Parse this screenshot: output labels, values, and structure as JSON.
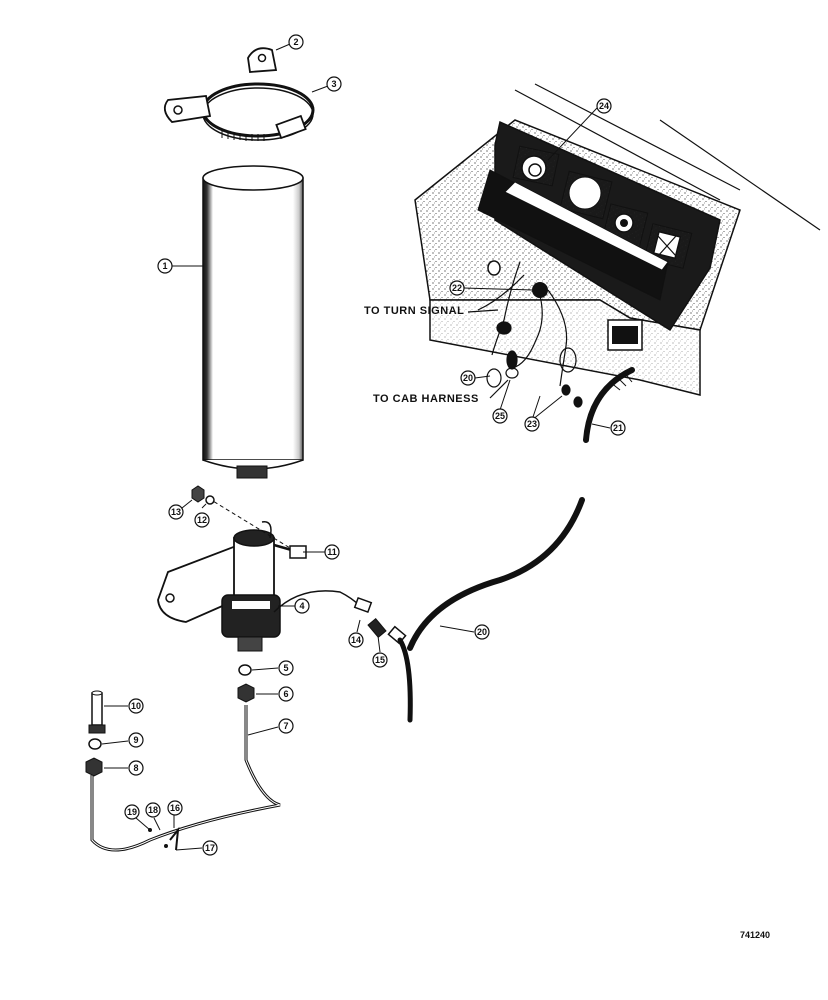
{
  "diagram": {
    "figure_number": "741240",
    "labels": {
      "turn_signal": "TO TURN SIGNAL",
      "cab_harness": "TO CAB HARNESS"
    },
    "callouts": [
      {
        "id": "c1",
        "text": "1"
      },
      {
        "id": "c2",
        "text": "2"
      },
      {
        "id": "c3",
        "text": "3"
      },
      {
        "id": "c4",
        "text": "4"
      },
      {
        "id": "c5",
        "text": "5"
      },
      {
        "id": "c6",
        "text": "6"
      },
      {
        "id": "c7",
        "text": "7"
      },
      {
        "id": "c8",
        "text": "8"
      },
      {
        "id": "c9",
        "text": "9"
      },
      {
        "id": "c10",
        "text": "10"
      },
      {
        "id": "c11",
        "text": "11"
      },
      {
        "id": "c12",
        "text": "12"
      },
      {
        "id": "c13",
        "text": "13"
      },
      {
        "id": "c14",
        "text": "14"
      },
      {
        "id": "c15",
        "text": "15"
      },
      {
        "id": "c16",
        "text": "16"
      },
      {
        "id": "c17",
        "text": "17"
      },
      {
        "id": "c18",
        "text": "18"
      },
      {
        "id": "c19",
        "text": "19"
      },
      {
        "id": "c20",
        "text": "20"
      },
      {
        "id": "c20b",
        "text": "20"
      },
      {
        "id": "c21",
        "text": "21"
      },
      {
        "id": "c22",
        "text": "22"
      },
      {
        "id": "c23",
        "text": "23"
      },
      {
        "id": "c24",
        "text": "24"
      },
      {
        "id": "c25",
        "text": "25"
      }
    ]
  }
}
